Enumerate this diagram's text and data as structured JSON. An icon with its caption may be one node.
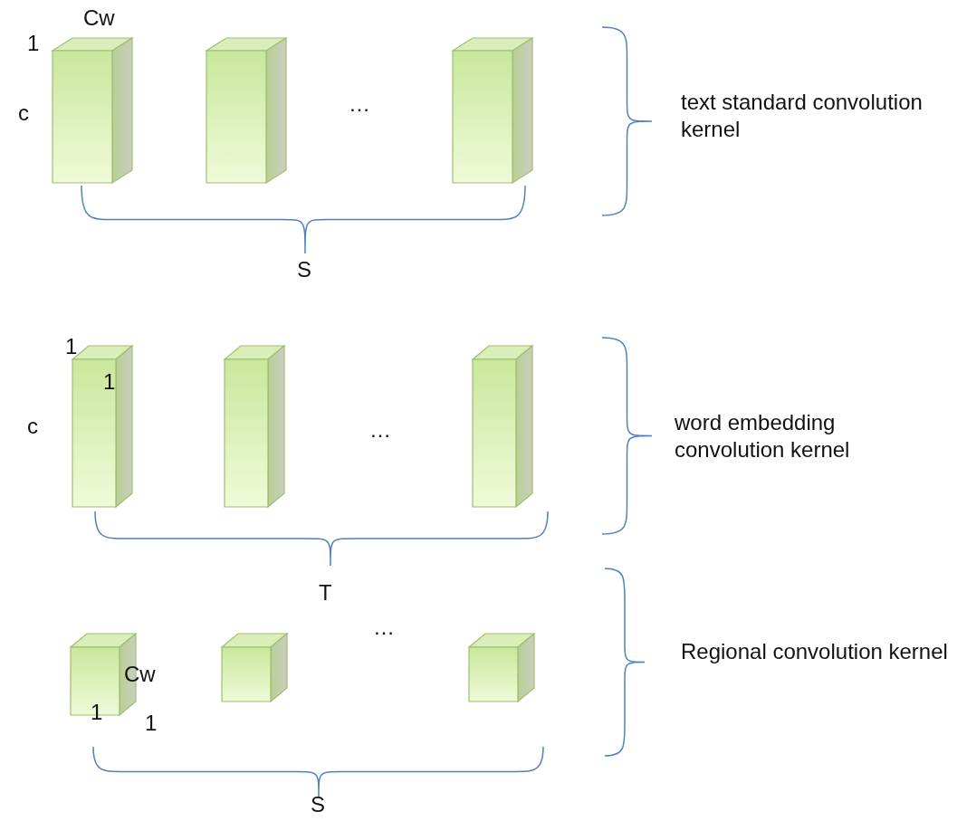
{
  "diagram": {
    "nodes": [
      {
        "text": [],
        "shape": "box"
      },
      {
        "text": [],
        "shape": "box"
      },
      {
        "text": [],
        "shape": "box"
      },
      {
        "text": [],
        "shape": "box"
      },
      {
        "text": [],
        "shape": "box"
      },
      {
        "text": [],
        "shape": "box"
      },
      {
        "text": [],
        "shape": "box"
      },
      {
        "text": [],
        "shape": "box"
      },
      {
        "text": [],
        "shape": "box"
      }
    ],
    "edges": [],
    "labels": [
      "Cw",
      "1",
      "c",
      "…",
      "text standard convolution kernel",
      "S",
      "1",
      "1",
      "c",
      "…",
      "word embedding convolution kernel",
      "T",
      "…",
      "Regional convolution kernel",
      "Cw",
      "1",
      "1",
      "S"
    ]
  }
}
